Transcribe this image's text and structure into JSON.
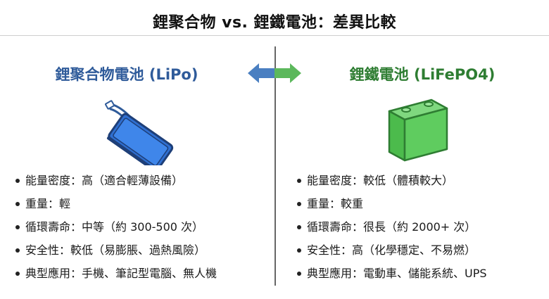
{
  "title": "鋰聚合物 vs. 鋰鐵電池：差異比較",
  "left": {
    "heading": "鋰聚合物電池 (LiPo)",
    "illustration": "lipo-pouch-battery",
    "color": "#2f5b9a",
    "items": [
      "能量密度：高（適合輕薄設備）",
      "重量：輕",
      "循環壽命：中等（約 300-500 次）",
      "安全性：較低（易膨脹、過熱風險）",
      "典型應用：手機、筆記型電腦、無人機"
    ]
  },
  "right": {
    "heading": "鋰鐵電池 (LiFePO4)",
    "illustration": "lifepo4-prismatic-battery",
    "color": "#2e7d32",
    "items": [
      "能量密度：較低（體積較大）",
      "重量：較重",
      "循環壽命：很長（約 2000+ 次）",
      "安全性：高（化學穩定、不易燃）",
      "典型應用：電動車、儲能系統、UPS"
    ]
  },
  "arrow": {
    "icon": "double-arrow-icon",
    "left_color": "#4a7fc1",
    "right_color": "#5cb85c"
  }
}
